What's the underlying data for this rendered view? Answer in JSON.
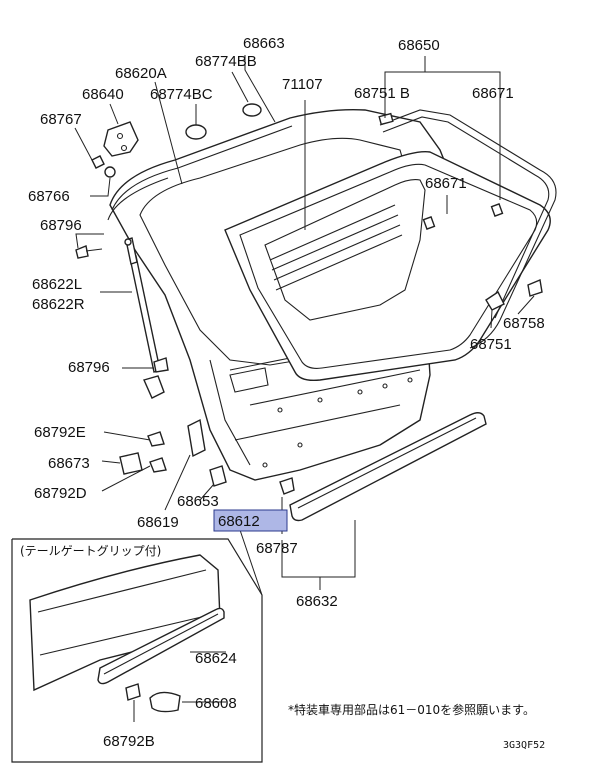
{
  "diagram": {
    "parts": {
      "p68663": "68663",
      "p68650": "68650",
      "p68620A": "68620A",
      "p68774BB": "68774BB",
      "p68774BC": "68774BC",
      "p71107": "71107",
      "p68751B": "68751 B",
      "p68671_top": "68671",
      "p68640": "68640",
      "p68767": "68767",
      "p68766": "68766",
      "p68671_mid": "68671",
      "p68796_top": "68796",
      "p68622L": "68622L",
      "p68622R": "68622R",
      "p68758": "68758",
      "p68751": "68751",
      "p68796_mid": "68796",
      "p68792E": "68792E",
      "p68673": "68673",
      "p68792D": "68792D",
      "p68653": "68653",
      "p68619": "68619",
      "p68612": "68612",
      "p68787": "68787",
      "p68632": "68632",
      "p68624": "68624",
      "p68608": "68608",
      "p68792B": "68792B"
    },
    "inset_title": "(テールゲートグリップ付)",
    "footnote": "*特装車専用部品は61－010を参照願います。",
    "code": "3G3QF52",
    "highlight_color": "#aeb7e6"
  }
}
